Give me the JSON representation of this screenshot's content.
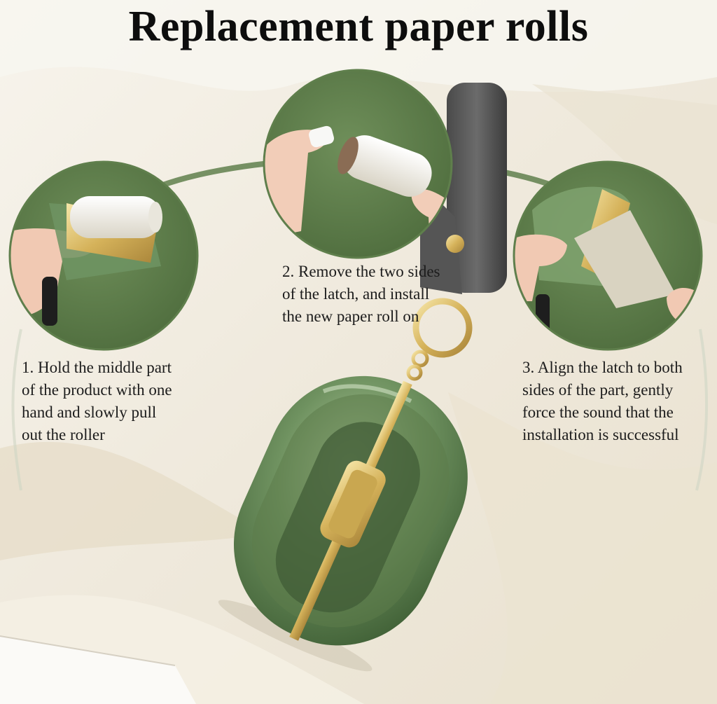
{
  "title": "Replacement paper rolls",
  "steps": [
    {
      "lines": [
        "1. Hold the middle part",
        "of the product with one",
        "hand and slowly pull",
        "out the roller"
      ]
    },
    {
      "lines": [
        "2. Remove the two sides",
        "of the latch, and install",
        "the new paper roll on"
      ]
    },
    {
      "lines": [
        "3. Align the latch to both",
        "sides of the part, gently",
        "force the sound that the",
        "installation is successful"
      ]
    }
  ],
  "colors": {
    "circle_green": "#5f7f4c",
    "product_green": "#6d8f5a",
    "gold": "#d8b860",
    "background": "#f3efe6"
  },
  "icons": [
    "hand-icon",
    "paper-roll-icon",
    "lint-roller-icon",
    "strap-icon",
    "key-ring-icon"
  ]
}
